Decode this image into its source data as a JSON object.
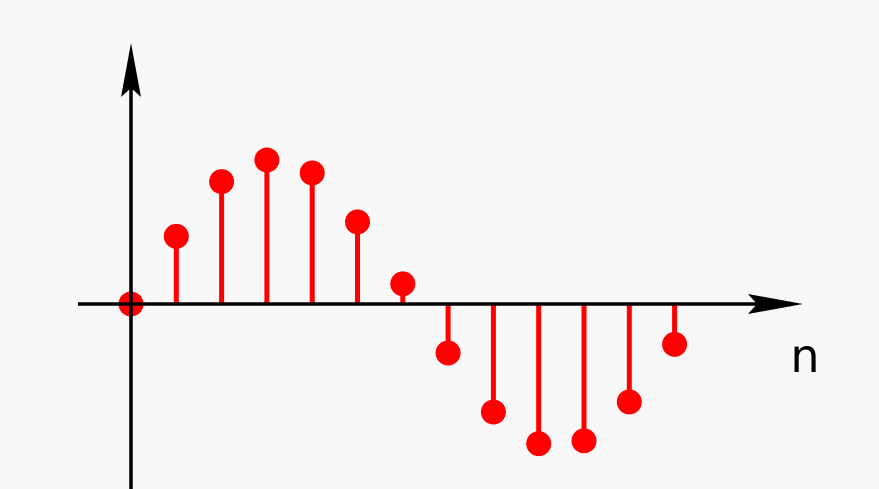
{
  "chart_data": {
    "type": "stem",
    "title": "",
    "xlabel": "n",
    "ylabel": "",
    "x": [
      0,
      1,
      2,
      3,
      4,
      5,
      6,
      7,
      8,
      9,
      10,
      11,
      12
    ],
    "series": [
      {
        "values": [
          0,
          0.47,
          0.85,
          1.0,
          0.91,
          0.57,
          0.14,
          -0.34,
          -0.75,
          -0.97,
          -0.95,
          -0.68,
          -0.28
        ]
      }
    ],
    "ylim": [
      -1.1,
      1.1
    ],
    "grid": false,
    "legend": "none"
  },
  "colors": {
    "background": "#f8f8f8",
    "axis": "#000000",
    "stem": "#ff0000"
  }
}
